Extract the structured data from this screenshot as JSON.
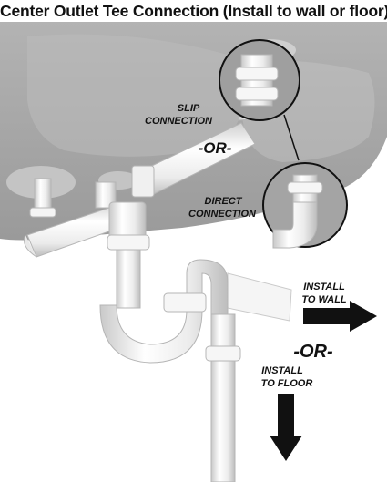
{
  "title": "Center Outlet Tee Connection (Install to wall or floor)",
  "labels": {
    "slip_line1": "SLIP",
    "slip_line2": "CONNECTION",
    "or_top": "-OR-",
    "direct_line1": "DIRECT",
    "direct_line2": "CONNECTION",
    "wall_line1": "INSTALL",
    "wall_line2": "TO WALL",
    "or_mid": "-OR-",
    "floor_line1": "INSTALL",
    "floor_line2": "TO FLOOR"
  },
  "colors": {
    "sink": "#a9a9a9",
    "sink_dark": "#8e8e8e",
    "pipe": "#f2f2f2",
    "pipe_edge": "#b9b9b9",
    "arrow": "#111111"
  }
}
